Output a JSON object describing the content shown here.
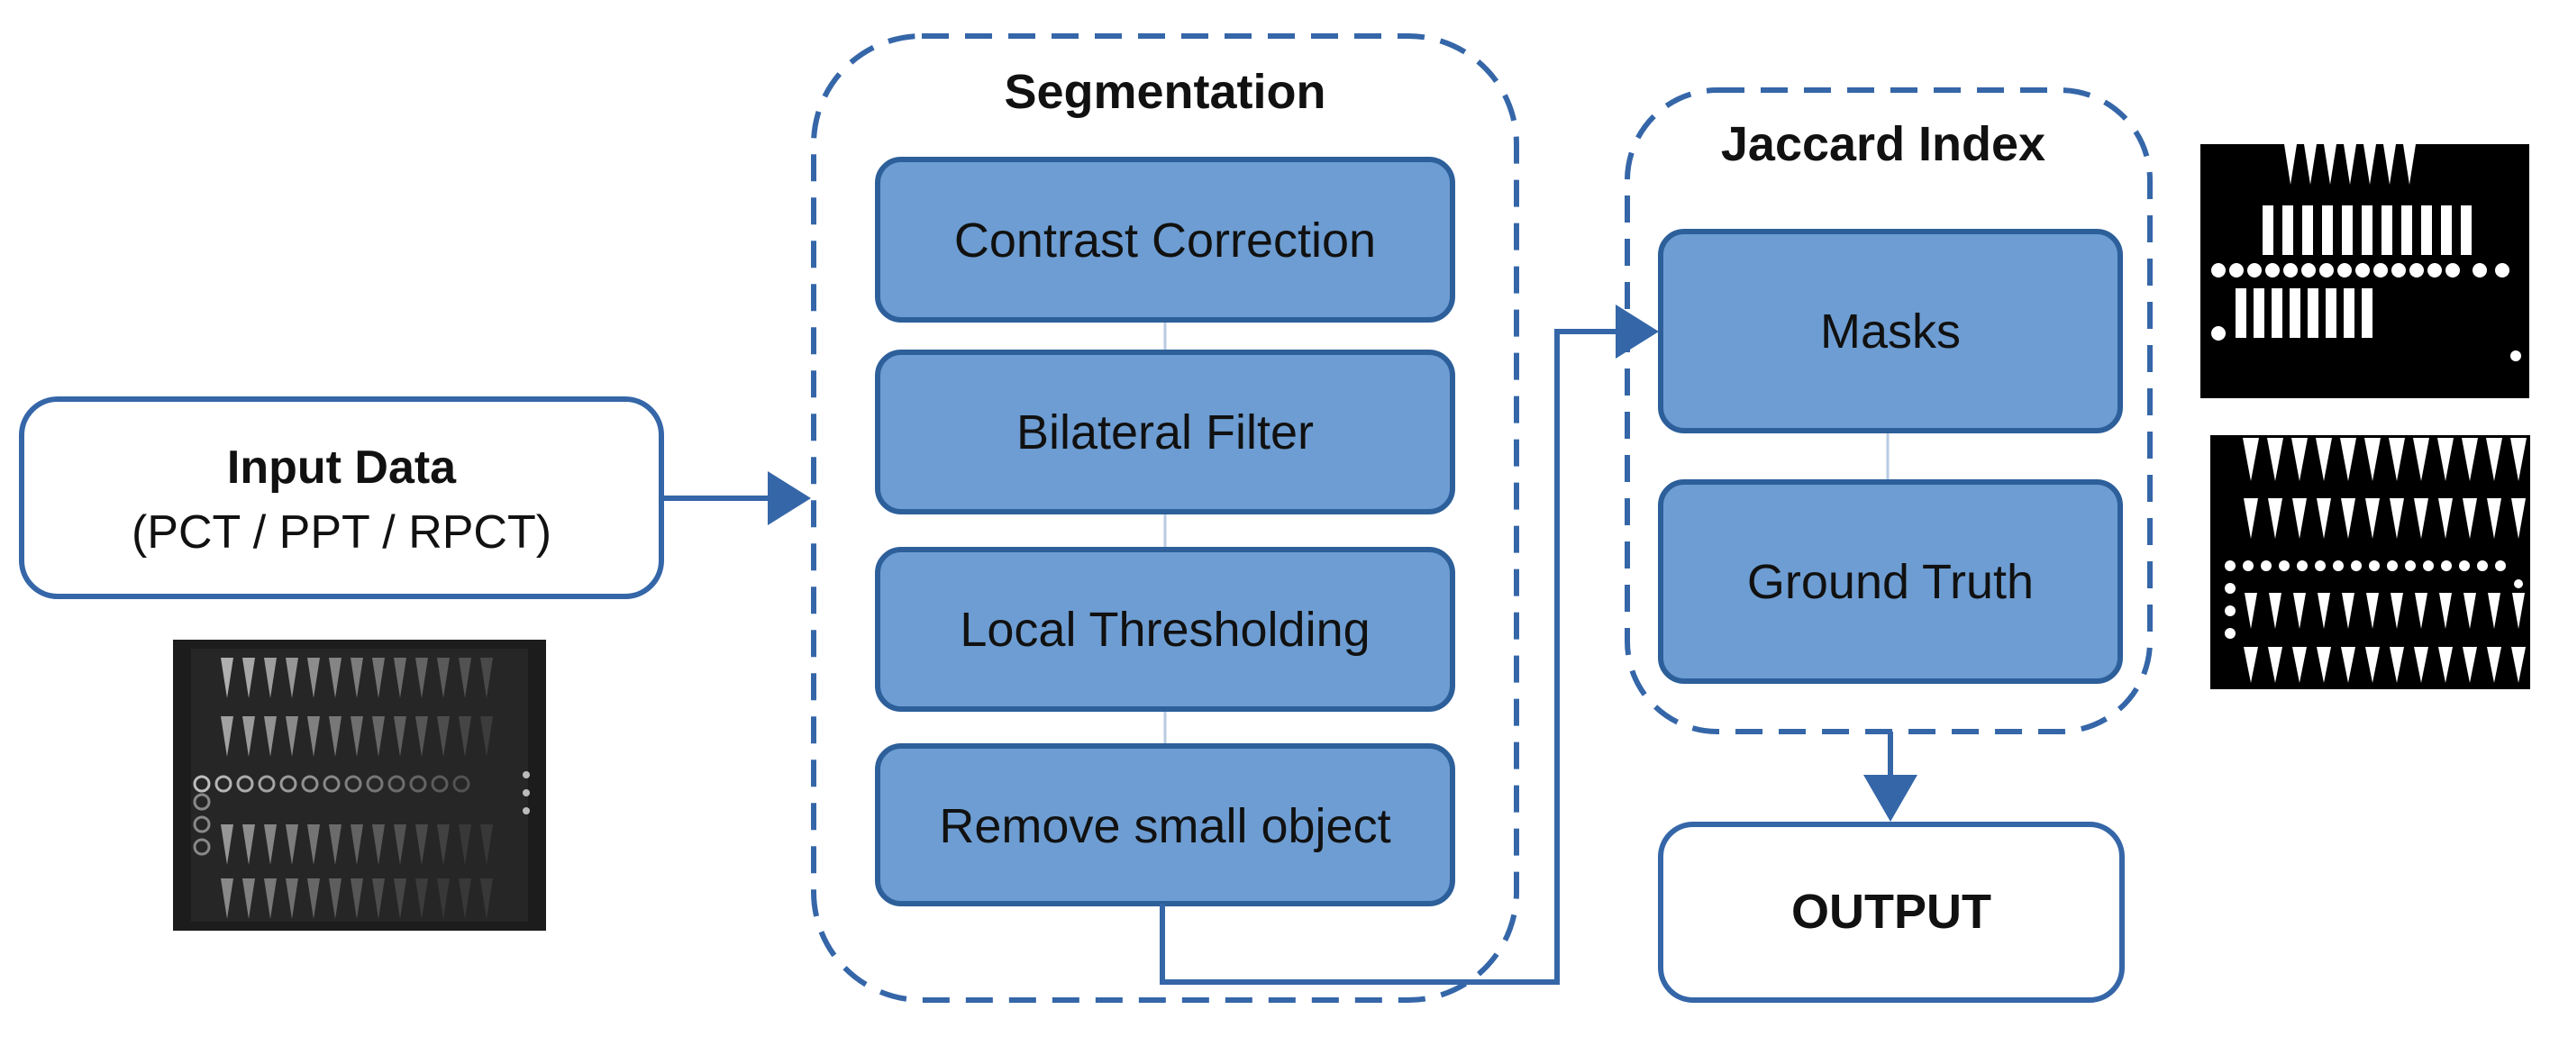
{
  "input": {
    "title": "Input Data",
    "subtitle": "(PCT / PPT / RPCT)"
  },
  "segmentation": {
    "title": "Segmentation",
    "steps": [
      "Contrast Correction",
      "Bilateral Filter",
      "Local Thresholding",
      "Remove small object"
    ]
  },
  "jaccard": {
    "title": "Jaccard Index",
    "items": [
      "Masks",
      "Ground Truth"
    ]
  },
  "output": {
    "label": "OUTPUT"
  },
  "colors": {
    "box_fill": "#6d9dd2",
    "box_stroke": "#2d5f9a",
    "accent": "#3566a8",
    "thermal_bg": "#1c1c1c",
    "mask_bg": "#000000"
  }
}
